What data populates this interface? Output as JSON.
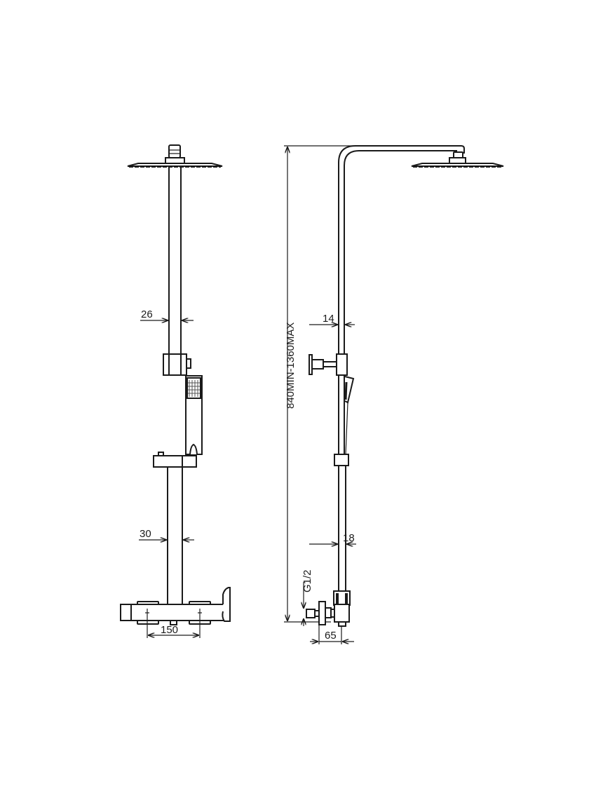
{
  "drawing": {
    "front_view": {
      "dim_upper_pipe": "26",
      "dim_lower_pipe": "30",
      "dim_mixer_centers": "150"
    },
    "side_view": {
      "dim_height": "840MIN-1360MAX",
      "dim_upper_pipe": "14",
      "dim_lower_pipe": "18",
      "dim_thread": "G1/2",
      "dim_wall_offset": "65"
    }
  }
}
